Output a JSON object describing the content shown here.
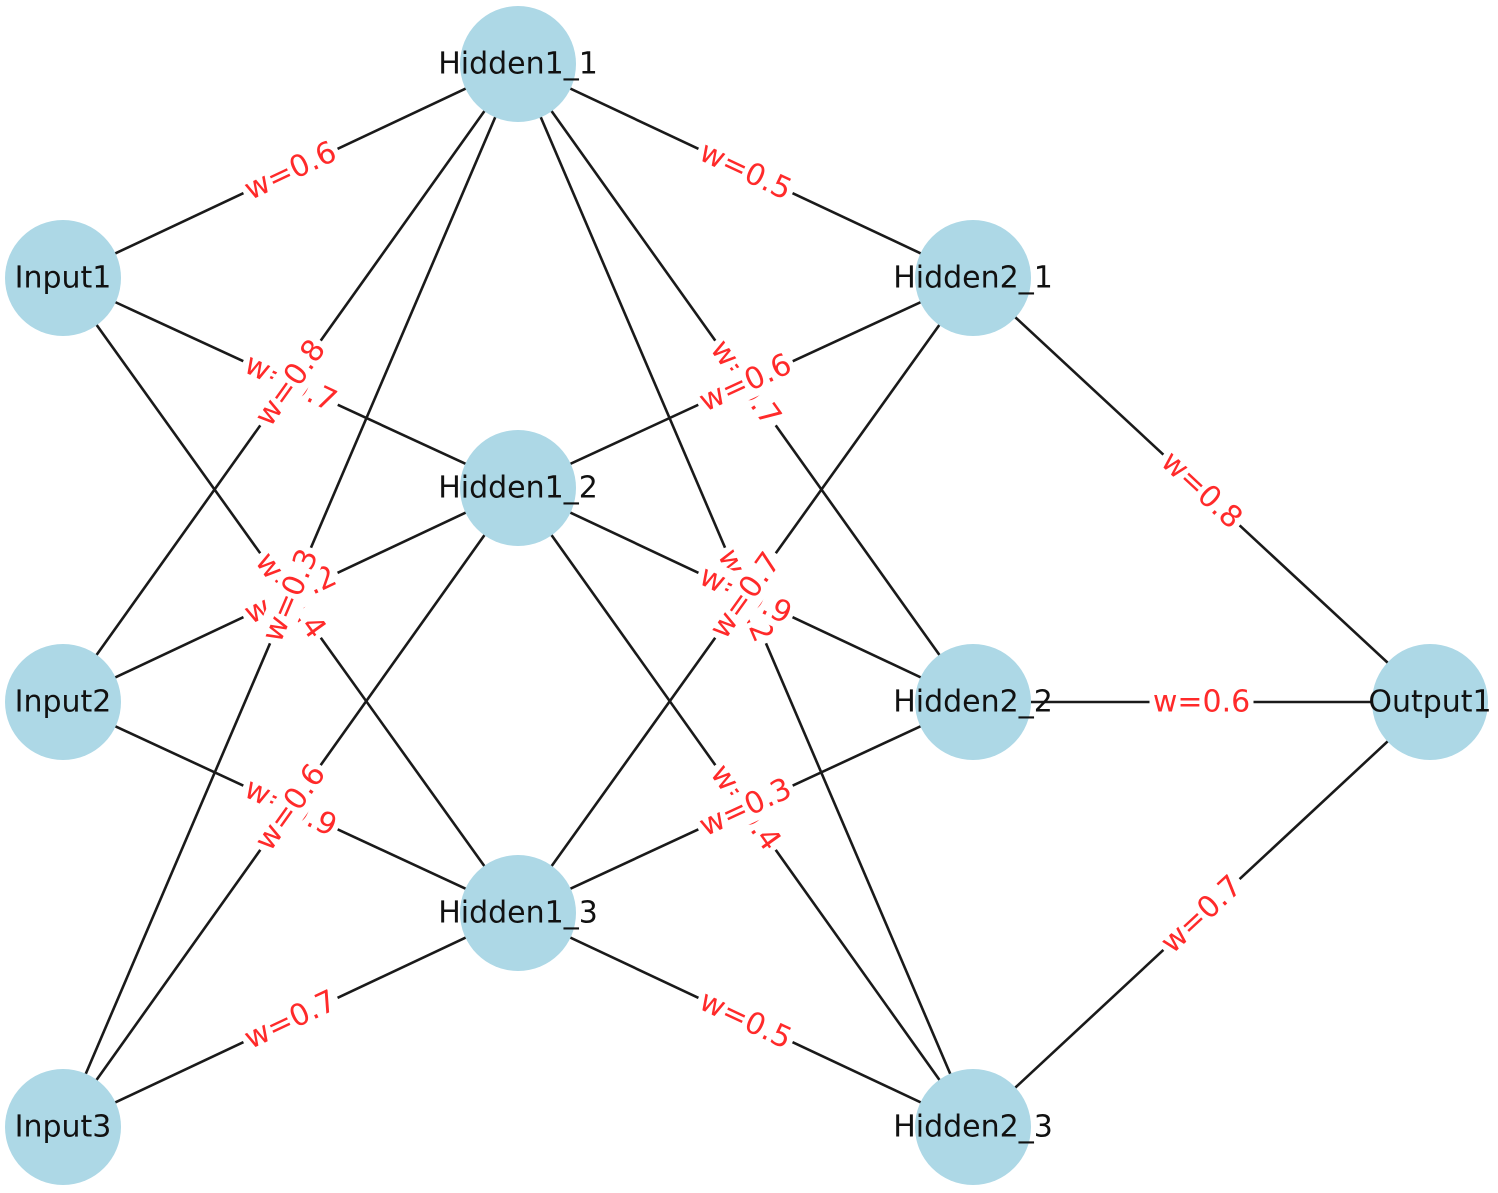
{
  "diagram": {
    "type": "neural-network",
    "colors": {
      "node_fill": "#add8e6",
      "edge": "#1a1a1a",
      "weight_text": "#ff2a2a",
      "node_text": "#111111"
    },
    "nodes": [
      {
        "id": "Input1",
        "label": "Input1"
      },
      {
        "id": "Input2",
        "label": "Input2"
      },
      {
        "id": "Input3",
        "label": "Input3"
      },
      {
        "id": "Hidden1_1",
        "label": "Hidden1_1"
      },
      {
        "id": "Hidden1_2",
        "label": "Hidden1_2"
      },
      {
        "id": "Hidden1_3",
        "label": "Hidden1_3"
      },
      {
        "id": "Hidden2_1",
        "label": "Hidden2_1"
      },
      {
        "id": "Hidden2_2",
        "label": "Hidden2_2"
      },
      {
        "id": "Hidden2_3",
        "label": "Hidden2_3"
      },
      {
        "id": "Output1",
        "label": "Output1"
      }
    ],
    "edges": [
      {
        "from": "Input1",
        "to": "Hidden1_1",
        "label": "w=0.6"
      },
      {
        "from": "Input1",
        "to": "Hidden1_2",
        "label": "w=0.7"
      },
      {
        "from": "Input1",
        "to": "Hidden1_3",
        "label": "w=0.4"
      },
      {
        "from": "Input2",
        "to": "Hidden1_1",
        "label": "w=0.8"
      },
      {
        "from": "Input2",
        "to": "Hidden1_2",
        "label": "w=0.2"
      },
      {
        "from": "Input2",
        "to": "Hidden1_3",
        "label": "w=0.9"
      },
      {
        "from": "Input3",
        "to": "Hidden1_1",
        "label": "w=0.3"
      },
      {
        "from": "Input3",
        "to": "Hidden1_2",
        "label": "w=0.6"
      },
      {
        "from": "Input3",
        "to": "Hidden1_3",
        "label": "w=0.7"
      },
      {
        "from": "Hidden1_1",
        "to": "Hidden2_1",
        "label": "w=0.5"
      },
      {
        "from": "Hidden1_1",
        "to": "Hidden2_2",
        "label": "w=0.7"
      },
      {
        "from": "Hidden1_1",
        "to": "Hidden2_3",
        "label": "w=0.2"
      },
      {
        "from": "Hidden1_2",
        "to": "Hidden2_1",
        "label": "w=0.6"
      },
      {
        "from": "Hidden1_2",
        "to": "Hidden2_2",
        "label": "w=0.9"
      },
      {
        "from": "Hidden1_2",
        "to": "Hidden2_3",
        "label": "w=0.4"
      },
      {
        "from": "Hidden1_3",
        "to": "Hidden2_1",
        "label": "w=0.7"
      },
      {
        "from": "Hidden1_3",
        "to": "Hidden2_2",
        "label": "w=0.3"
      },
      {
        "from": "Hidden1_3",
        "to": "Hidden2_3",
        "label": "w=0.5"
      },
      {
        "from": "Hidden2_1",
        "to": "Output1",
        "label": "w=0.8"
      },
      {
        "from": "Hidden2_2",
        "to": "Output1",
        "label": "w=0.6"
      },
      {
        "from": "Hidden2_3",
        "to": "Output1",
        "label": "w=0.7"
      }
    ]
  }
}
